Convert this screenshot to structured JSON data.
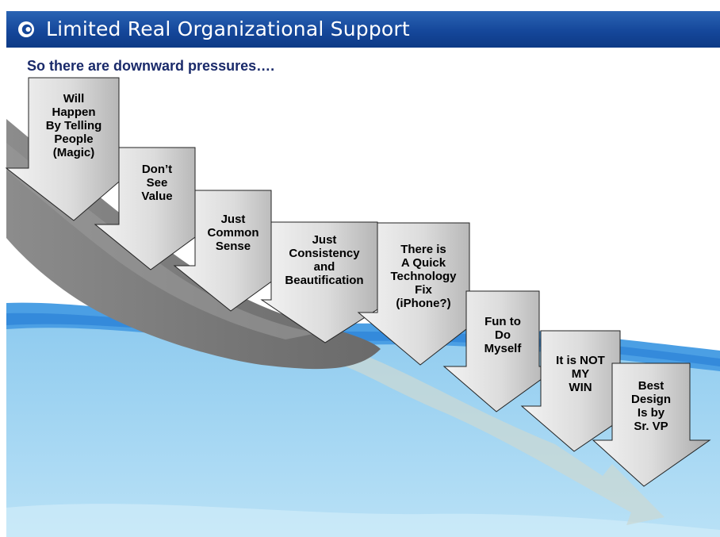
{
  "title": "Limited Real Organizational Support",
  "subtitle": "So there are downward pressures….",
  "icons": {
    "logo": "eye-logo-icon"
  },
  "colors": {
    "title_bar": "#15479a",
    "subtitle_text": "#1a2a6a",
    "water_light": "#a9d8f2",
    "water_mid": "#5aa8e6",
    "water_dark": "#2b7fd6",
    "gray_stream": "#7f7f7f"
  },
  "steps": [
    {
      "id": "magic",
      "label": "Will\nHappen\nBy Telling\nPeople\n(Magic)"
    },
    {
      "id": "value",
      "label": "Don’t\nSee\nValue"
    },
    {
      "id": "common-sense",
      "label": "Just\nCommon\nSense"
    },
    {
      "id": "consistency",
      "label": "Just\nConsistency\nand\nBeautification"
    },
    {
      "id": "tech-fix",
      "label": "There is\nA Quick\nTechnology\nFix\n(iPhone?)"
    },
    {
      "id": "fun",
      "label": "Fun to\nDo\nMyself"
    },
    {
      "id": "not-my-win",
      "label": "It is NOT\nMY\nWIN"
    },
    {
      "id": "sr-vp",
      "label": "Best\nDesign\nIs by\nSr. VP"
    }
  ]
}
